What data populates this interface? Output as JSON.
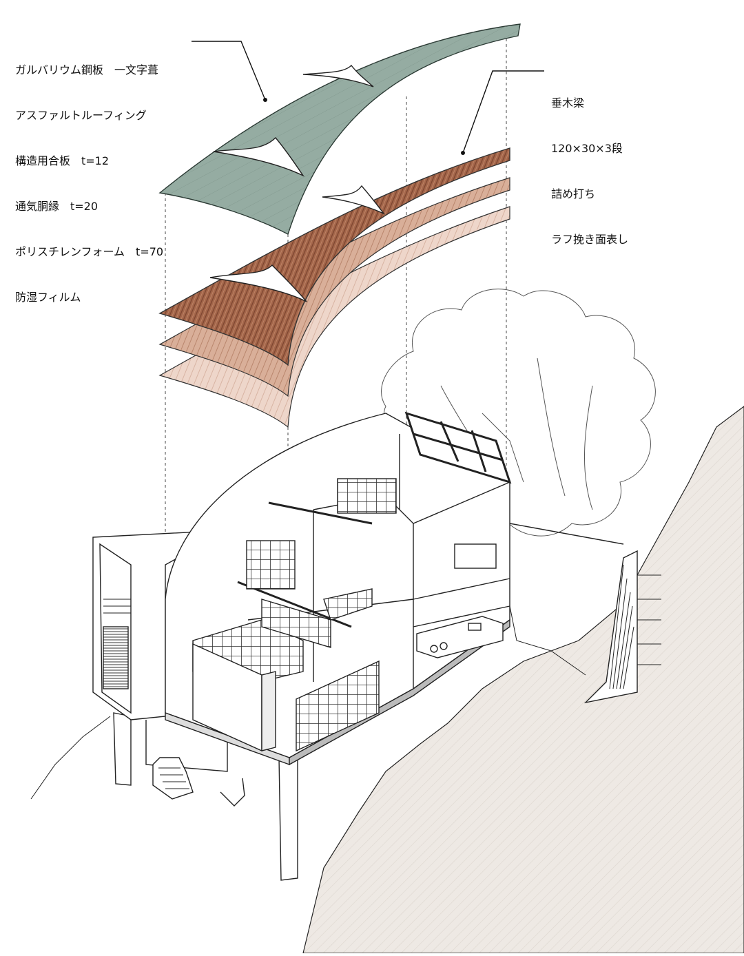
{
  "annotations": {
    "roof_layers": {
      "lines": [
        "ガルバリウム鋼板　一文字葺",
        "アスファルトルーフィング",
        "構造用合板　t=12",
        "通気胴縁　t=20",
        "ポリスチレンフォーム　t=70",
        "防湿フィルム"
      ]
    },
    "rafters": {
      "lines": [
        "垂木梁",
        "120×30×3段",
        "詰め打ち",
        "ラフ挽き面表し"
      ]
    }
  },
  "colors": {
    "roof_metal": "#95aca2",
    "rafter_wood": "#a4664a",
    "rafter_wood_light": "#d7ab95",
    "rafter_wood_lighter": "#ecd3c6",
    "ground_fill": "#eee9e4",
    "line": "#222222"
  },
  "icons": [
    "leader-line",
    "tree-outline",
    "bookshelf-grid",
    "staircase"
  ]
}
